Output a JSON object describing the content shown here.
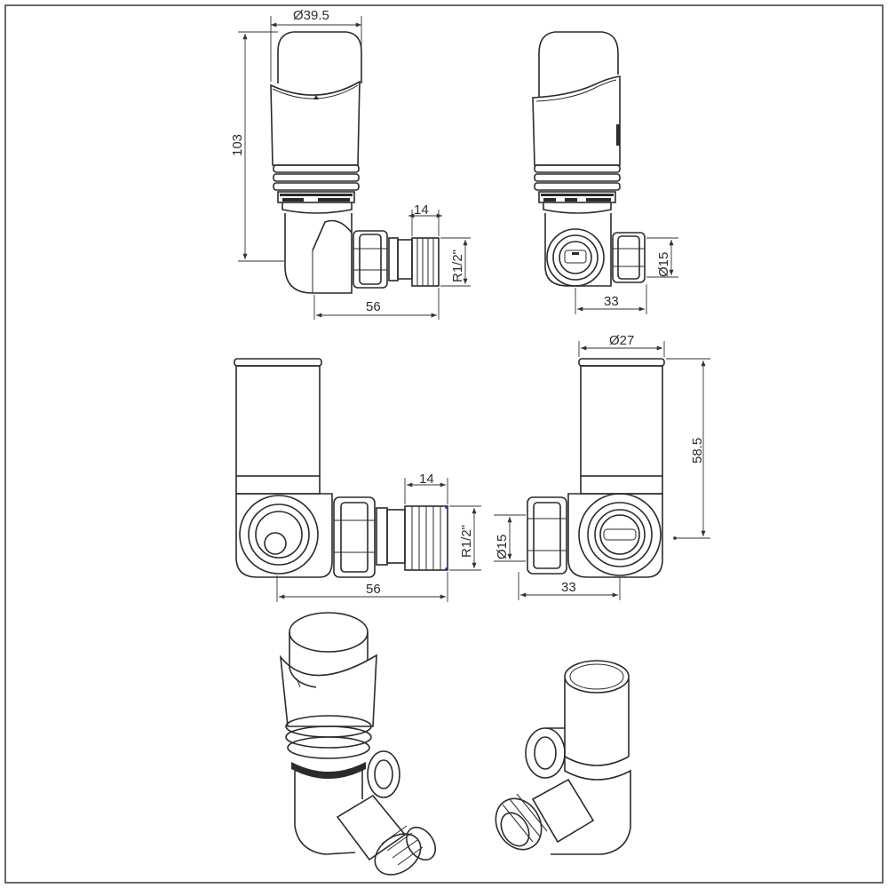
{
  "drawing": {
    "dims": {
      "top_left_diameter": "39.5",
      "top_left_height": "103",
      "top_left_thread_len": "14",
      "top_left_thread": "R1/2\"",
      "top_left_width": "56",
      "top_right_pipe": "15",
      "top_right_width": "33",
      "mid_left_thread_len": "14",
      "mid_left_thread": "R1/2\"",
      "mid_left_width": "56",
      "mid_right_diameter": "27",
      "mid_right_height": "58.5",
      "mid_right_pipe": "15",
      "mid_right_width": "33"
    },
    "diameter_symbol": "Ø",
    "colors": {
      "line": "#2b2b2b",
      "background": "#ffffff"
    }
  }
}
